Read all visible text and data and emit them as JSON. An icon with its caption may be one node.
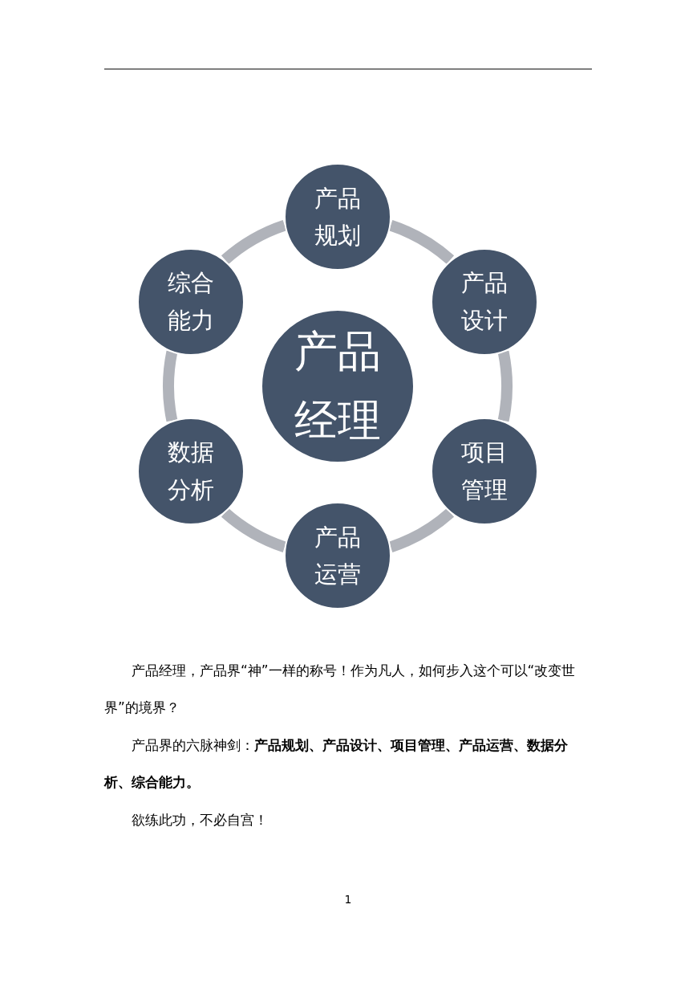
{
  "diagram": {
    "nodes": [
      {
        "text": [
          "产品规划"
        ]
      },
      {
        "text": [
          "产品设计"
        ]
      },
      {
        "text": [
          "项目管理"
        ]
      },
      {
        "text": [
          "产品运营"
        ]
      },
      {
        "text": [
          "数据分析"
        ]
      },
      {
        "text": [
          "综合能力"
        ]
      },
      {
        "text": [
          "产品经理"
        ]
      }
    ],
    "edges": [
      {
        "from": 0,
        "to": 1,
        "arrow": "none"
      },
      {
        "from": 1,
        "to": 2,
        "arrow": "none"
      },
      {
        "from": 2,
        "to": 3,
        "arrow": "none"
      },
      {
        "from": 3,
        "to": 4,
        "arrow": "none"
      },
      {
        "from": 4,
        "to": 5,
        "arrow": "none"
      },
      {
        "from": 5,
        "to": 0,
        "arrow": "none"
      }
    ],
    "labels": [
      "产品经理，产品界“神”一样的称号！作为凡人，如何步入这个可以“改变世界”的境界？",
      "产品界的六脉神剑：**产品规划、产品设计、项目管理、产品运营、数据分析、综合能力。**",
      "欲练此功，不必自宫！",
      "1"
    ]
  }
}
